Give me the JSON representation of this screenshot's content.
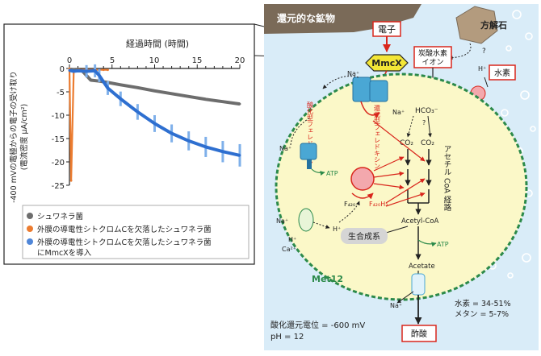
{
  "chart_data": {
    "type": "line",
    "xlabel": "経過時間 (時間)",
    "ylabel_line1": "-400 mVの電極からの電子の受け取り",
    "ylabel_line2": "(電流密度 μA/cm²)",
    "xlim": [
      0,
      20
    ],
    "ylim": [
      -25,
      0
    ],
    "x_ticks": [
      "0",
      "5",
      "10",
      "15",
      "20"
    ],
    "y_ticks": [
      "0",
      "-5",
      "-10",
      "-15",
      "-20",
      "-25"
    ],
    "grid": false,
    "legend_position": "bottom",
    "series": [
      {
        "name": "シュワネラ菌",
        "color": "#6d6d6d",
        "x": [
          0,
          0.3,
          0.8,
          1.5,
          2.5,
          3.5,
          4.5,
          6,
          8,
          10,
          12,
          14,
          16,
          18,
          20
        ],
        "y": [
          -0.5,
          -0.3,
          -0.2,
          -0.5,
          -2.5,
          -2.7,
          -3.0,
          -3.5,
          -4.1,
          -4.8,
          -5.4,
          -6.0,
          -6.6,
          -7.1,
          -7.6
        ]
      },
      {
        "name": "外膜の導電性シトクロムCを欠落したシュワネラ菌",
        "color": "#ec7c30",
        "x": [
          0,
          0.2,
          0.5,
          1.0,
          2,
          3,
          4,
          4.5
        ],
        "y": [
          0,
          -24,
          -0.6,
          -0.3,
          -0.3,
          -0.3,
          -0.3,
          -0.3
        ]
      },
      {
        "name": "外膜の導電性シトクロムCを欠落したシュワネラ菌にMmcXを導入",
        "color": "#2e6fd0",
        "x": [
          0,
          0.5,
          1,
          2,
          3,
          3.5,
          4.5,
          6,
          8,
          10,
          12,
          14,
          16,
          18,
          20
        ],
        "y": [
          -0.4,
          -0.6,
          -0.5,
          -0.6,
          -0.5,
          -1.5,
          -4.2,
          -6.5,
          -9.3,
          -11.8,
          -13.9,
          -15.5,
          -16.8,
          -17.8,
          -18.6
        ]
      }
    ]
  },
  "diagram": {
    "mineral_label": "還元的な鉱物",
    "electron_label": "電子",
    "mmcx_label": "MmcX",
    "calcite_label": "方解石",
    "bicarbonate_line1": "炭酸水素",
    "bicarbonate_line2": "イオン",
    "hydrogen_label": "水素",
    "hplus": "H⁺",
    "naplus": "Na⁺",
    "ca2plus": "Ca²⁺",
    "atp": "ATP",
    "hco3": "HCO₃⁻",
    "question": "?",
    "co2": "CO₂",
    "f420": "F₄₂₀",
    "f420h2": "F₄₂₀H₂",
    "acetyl_coa": "Acetyl-CoA",
    "acetate": "Acetate",
    "biosynthesis": "生合成系",
    "pathway": "アセチル CoA 経路",
    "ferredoxin_ox": "酸化型フェレドキシン",
    "ferredoxin_red": "還元型フェレドキシン",
    "organism": "Met12",
    "hydrogen_pct": "水素 = 34-51%",
    "methane_pct": "メタン = 5-7%",
    "redox": "酸化還元電位 = -600 mV",
    "ph": "pH = 12",
    "acetic_acid": "酢酸"
  }
}
